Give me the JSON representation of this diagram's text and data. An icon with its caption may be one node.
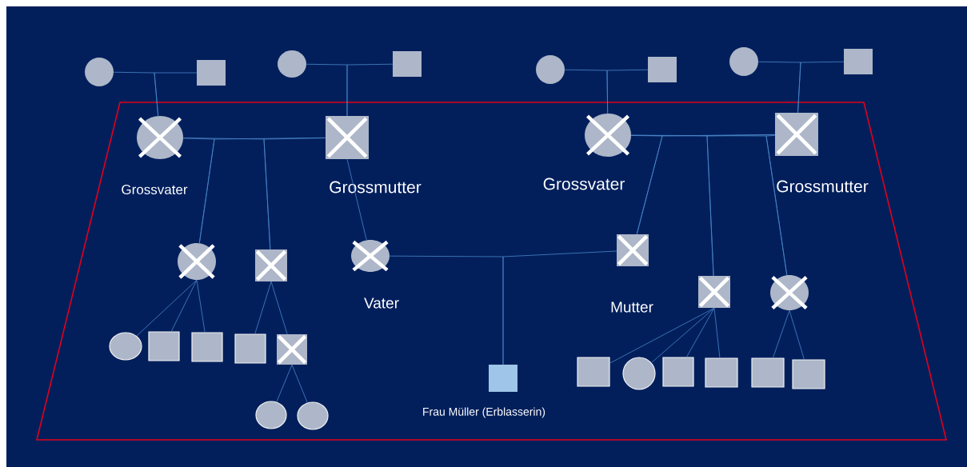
{
  "diagram": {
    "nodes": [
      {
        "text": [],
        "shape": "circle"
      },
      {
        "text": [],
        "shape": "box"
      },
      {
        "text": [],
        "shape": "circle"
      },
      {
        "text": [],
        "shape": "box"
      },
      {
        "text": [],
        "shape": "circle"
      },
      {
        "text": [],
        "shape": "box"
      },
      {
        "text": [],
        "shape": "circle"
      },
      {
        "text": [],
        "shape": "box"
      },
      {
        "text": [
          "Grossvater"
        ]
      },
      {
        "text": [
          "Grossmutter"
        ]
      },
      {
        "text": [
          "Grossvater"
        ]
      },
      {
        "text": [
          "Grossmutter"
        ]
      },
      {
        "text": [],
        "shape": "circle"
      },
      {
        "text": [],
        "shape": "box"
      },
      {
        "text": [
          "Vater"
        ]
      },
      {
        "text": [
          "Mutter"
        ]
      },
      {
        "text": [],
        "shape": "box"
      },
      {
        "text": [],
        "shape": "circle"
      },
      {
        "text": [],
        "shape": "circle"
      },
      {
        "text": [],
        "shape": "box"
      },
      {
        "text": [],
        "shape": "box"
      },
      {
        "text": [],
        "shape": "box"
      },
      {
        "text": [],
        "shape": "box"
      },
      {
        "text": [
          "Frau Müller (Erblasserin)"
        ]
      },
      {
        "text": [],
        "shape": "box"
      },
      {
        "text": [],
        "shape": "circle"
      },
      {
        "text": [],
        "shape": "box"
      },
      {
        "text": [],
        "shape": "box"
      },
      {
        "text": [],
        "shape": "box"
      },
      {
        "text": [],
        "shape": "box"
      },
      {
        "text": [],
        "shape": "circle"
      },
      {
        "text": [],
        "shape": "circle"
      }
    ],
    "edges": [
      {
        "from": 0,
        "to": 8,
        "arrow": "none"
      },
      {
        "from": 1,
        "to": 8,
        "arrow": "none"
      },
      {
        "from": 2,
        "to": 9,
        "arrow": "none"
      },
      {
        "from": 3,
        "to": 9,
        "arrow": "none"
      },
      {
        "from": 4,
        "to": 10,
        "arrow": "none"
      },
      {
        "from": 5,
        "to": 10,
        "arrow": "none"
      },
      {
        "from": 6,
        "to": 11,
        "arrow": "none"
      },
      {
        "from": 7,
        "to": 11,
        "arrow": "none"
      },
      {
        "from": 8,
        "to": 12,
        "arrow": "none"
      },
      {
        "from": 9,
        "to": 12,
        "arrow": "none"
      },
      {
        "from": 8,
        "to": 13,
        "arrow": "none"
      },
      {
        "from": 9,
        "to": 13,
        "arrow": "none"
      },
      {
        "from": 9,
        "to": 14,
        "arrow": "none"
      },
      {
        "from": 10,
        "to": 15,
        "arrow": "none"
      },
      {
        "from": 11,
        "to": 15,
        "arrow": "none"
      },
      {
        "from": 10,
        "to": 16,
        "arrow": "none"
      },
      {
        "from": 11,
        "to": 16,
        "arrow": "none"
      },
      {
        "from": 10,
        "to": 17,
        "arrow": "none"
      },
      {
        "from": 11,
        "to": 17,
        "arrow": "none"
      },
      {
        "from": 14,
        "to": 23,
        "arrow": "none"
      },
      {
        "from": 15,
        "to": 23,
        "arrow": "none"
      },
      {
        "from": 12,
        "to": 18,
        "arrow": "none"
      },
      {
        "from": 12,
        "to": 19,
        "arrow": "none"
      },
      {
        "from": 12,
        "to": 20,
        "arrow": "none"
      },
      {
        "from": 13,
        "to": 21,
        "arrow": "none"
      },
      {
        "from": 13,
        "to": 22,
        "arrow": "none"
      },
      {
        "from": 22,
        "to": 30,
        "arrow": "none"
      },
      {
        "from": 22,
        "to": 31,
        "arrow": "none"
      },
      {
        "from": 16,
        "to": 24,
        "arrow": "none"
      },
      {
        "from": 16,
        "to": 25,
        "arrow": "none"
      },
      {
        "from": 16,
        "to": 26,
        "arrow": "none"
      },
      {
        "from": 16,
        "to": 27,
        "arrow": "none"
      },
      {
        "from": 17,
        "to": 28,
        "arrow": "none"
      },
      {
        "from": 17,
        "to": 29,
        "arrow": "none"
      }
    ]
  }
}
